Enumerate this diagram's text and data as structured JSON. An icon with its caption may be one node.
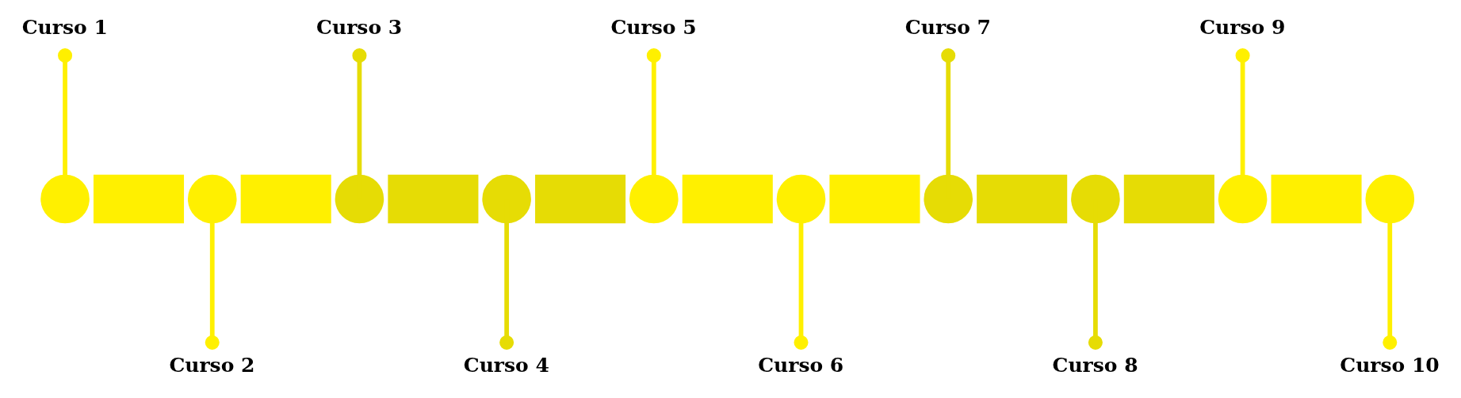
{
  "diagram": {
    "nodes": [
      {
        "text": [
          "Curso 1"
        ]
      },
      {
        "text": [
          "Curso 2"
        ]
      },
      {
        "text": [
          "Curso 3"
        ]
      },
      {
        "text": [
          "Curso 4"
        ]
      },
      {
        "text": [
          "Curso 5"
        ]
      },
      {
        "text": [
          "Curso 6"
        ]
      },
      {
        "text": [
          "Curso 7"
        ]
      },
      {
        "text": [
          "Curso 8"
        ]
      },
      {
        "text": [
          "Curso 9"
        ]
      },
      {
        "text": [
          "Curso 10"
        ]
      },
      {
        "text": [],
        "shape": "circle"
      },
      {
        "text": [],
        "shape": "circle"
      },
      {
        "text": [],
        "shape": "circle"
      },
      {
        "text": [],
        "shape": "circle"
      },
      {
        "text": [],
        "shape": "circle"
      },
      {
        "text": [],
        "shape": "circle"
      },
      {
        "text": [],
        "shape": "circle"
      },
      {
        "text": [],
        "shape": "circle"
      },
      {
        "text": [],
        "shape": "circle"
      },
      {
        "text": [],
        "shape": "circle"
      }
    ],
    "edges": [
      {
        "from": 0,
        "to": 10,
        "arrow": "other"
      },
      {
        "from": 1,
        "to": 11,
        "arrow": "other"
      },
      {
        "from": 2,
        "to": 12,
        "arrow": "other",
        "color": "#e6dc05"
      },
      {
        "from": 3,
        "to": 13,
        "arrow": "other",
        "color": "#e6dc05"
      },
      {
        "from": 4,
        "to": 14,
        "arrow": "other"
      },
      {
        "from": 5,
        "to": 15,
        "arrow": "other"
      },
      {
        "from": 6,
        "to": 16,
        "arrow": "other",
        "color": "#e6dc05"
      },
      {
        "from": 7,
        "to": 17,
        "arrow": "other",
        "color": "#e6dc05"
      },
      {
        "from": 8,
        "to": 18,
        "arrow": "other"
      },
      {
        "from": 9,
        "to": 19,
        "arrow": "other"
      },
      {
        "from": 10,
        "to": 11,
        "arrow": "none",
        "style": "thick"
      },
      {
        "from": 11,
        "to": 12,
        "arrow": "none",
        "style": "thick"
      },
      {
        "from": 12,
        "to": 13,
        "arrow": "none",
        "style": "thick",
        "color": "#e6dc05"
      },
      {
        "from": 13,
        "to": 14,
        "arrow": "none",
        "style": "thick",
        "color": "#e6dc05"
      },
      {
        "from": 14,
        "to": 15,
        "arrow": "none",
        "style": "thick"
      },
      {
        "from": 15,
        "to": 16,
        "arrow": "none",
        "style": "thick"
      },
      {
        "from": 16,
        "to": 17,
        "arrow": "none",
        "style": "thick",
        "color": "#e6dc05"
      },
      {
        "from": 17,
        "to": 18,
        "arrow": "none",
        "style": "thick",
        "color": "#e6dc05"
      },
      {
        "from": 18,
        "to": 19,
        "arrow": "none",
        "style": "thick"
      }
    ]
  }
}
